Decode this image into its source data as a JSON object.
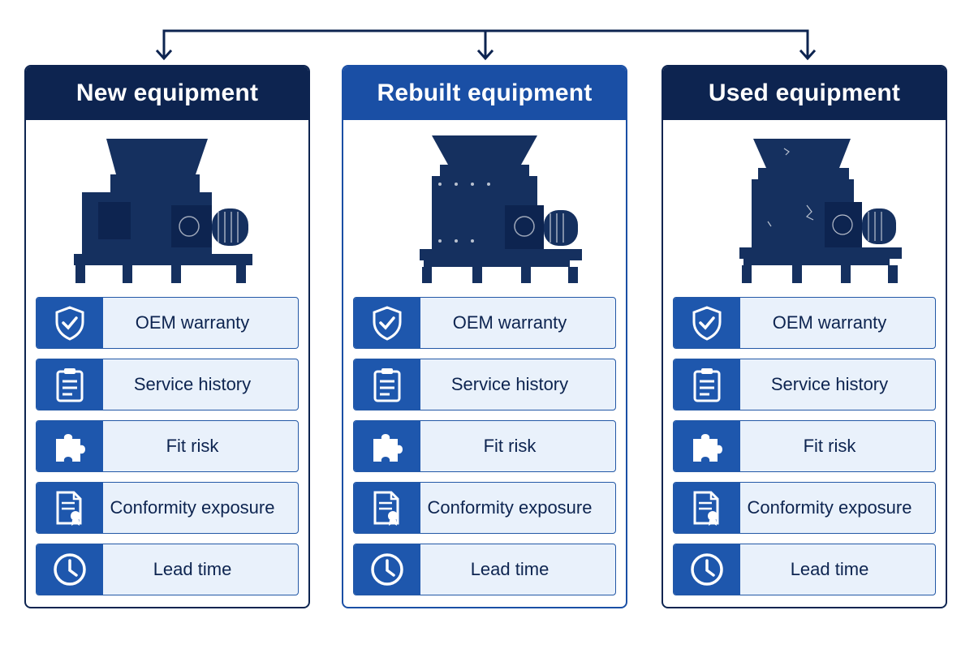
{
  "colors": {
    "navy": "#0d2450",
    "accent_blue": "#1e57ad",
    "header_rebuilt": "#1a4fa5",
    "row_bg": "#e9f1fb"
  },
  "columns": [
    {
      "title": "New equipment",
      "machine_icon": "shredder-machine-icon",
      "features": [
        {
          "icon": "shield-check-icon",
          "label": "OEM warranty"
        },
        {
          "icon": "clipboard-icon",
          "label": "Service history"
        },
        {
          "icon": "puzzle-piece-icon",
          "label": "Fit risk"
        },
        {
          "icon": "certificate-document-icon",
          "label": "Conformity exposure"
        },
        {
          "icon": "clock-icon",
          "label": "Lead time"
        }
      ]
    },
    {
      "title": "Rebuilt equipment",
      "machine_icon": "shredder-machine-icon",
      "features": [
        {
          "icon": "shield-check-icon",
          "label": "OEM warranty"
        },
        {
          "icon": "clipboard-icon",
          "label": "Service history"
        },
        {
          "icon": "puzzle-piece-icon",
          "label": "Fit risk"
        },
        {
          "icon": "certificate-document-icon",
          "label": "Conformity exposure"
        },
        {
          "icon": "clock-icon",
          "label": "Lead time"
        }
      ]
    },
    {
      "title": "Used equipment",
      "machine_icon": "shredder-machine-icon",
      "features": [
        {
          "icon": "shield-check-icon",
          "label": "OEM warranty"
        },
        {
          "icon": "clipboard-icon",
          "label": "Service history"
        },
        {
          "icon": "puzzle-piece-icon",
          "label": "Fit risk"
        },
        {
          "icon": "certificate-document-icon",
          "label": "Conformity exposure"
        },
        {
          "icon": "clock-icon",
          "label": "Lead time"
        }
      ]
    }
  ]
}
